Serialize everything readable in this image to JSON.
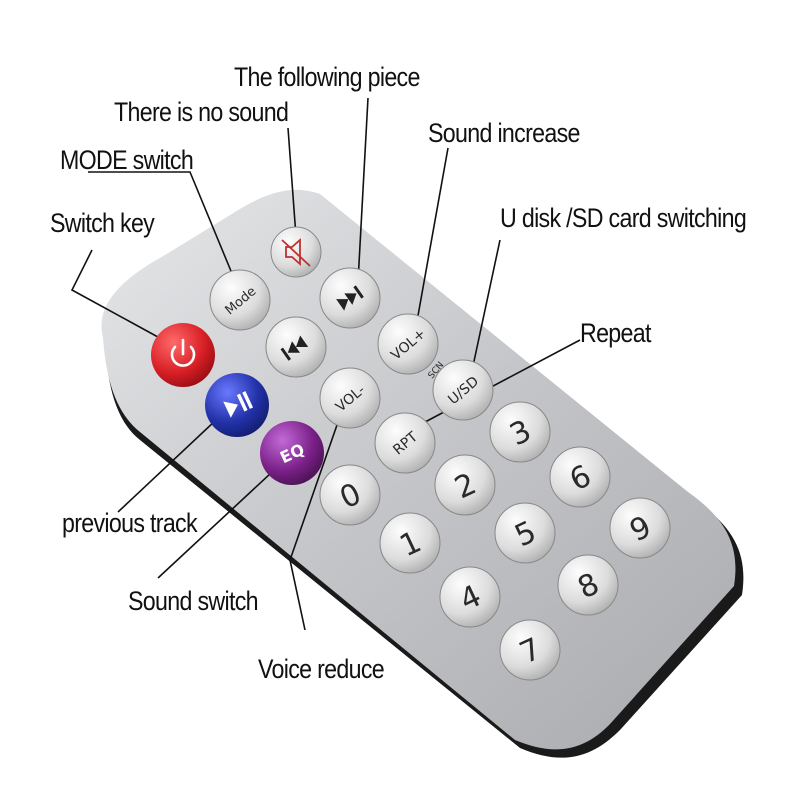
{
  "callouts": {
    "following_piece": "The following piece",
    "no_sound": "There is no sound",
    "mode_switch": "MODE switch",
    "switch_key": "Switch key",
    "sound_increase": "Sound increase",
    "usd_switching": "U disk /SD card switching",
    "repeat": "Repeat",
    "previous_track": "previous track",
    "sound_switch": "Sound switch",
    "voice_reduce": "Voice reduce"
  },
  "remote": {
    "buttons": {
      "mode": "Mode",
      "vol_plus": "VOL+",
      "vol_minus": "VOL-",
      "usd": "U/SD",
      "rpt": "RPT",
      "eq": "EQ",
      "scn": "SCN"
    },
    "digits": [
      "0",
      "1",
      "2",
      "3",
      "4",
      "5",
      "6",
      "7",
      "8",
      "9"
    ],
    "colors": {
      "power_button": "#d81f26",
      "play_pause_button": "#2231a8",
      "eq_button": "#7a2088",
      "body_face": "#c9cacc",
      "body_shell": "#1a1a1a"
    }
  }
}
